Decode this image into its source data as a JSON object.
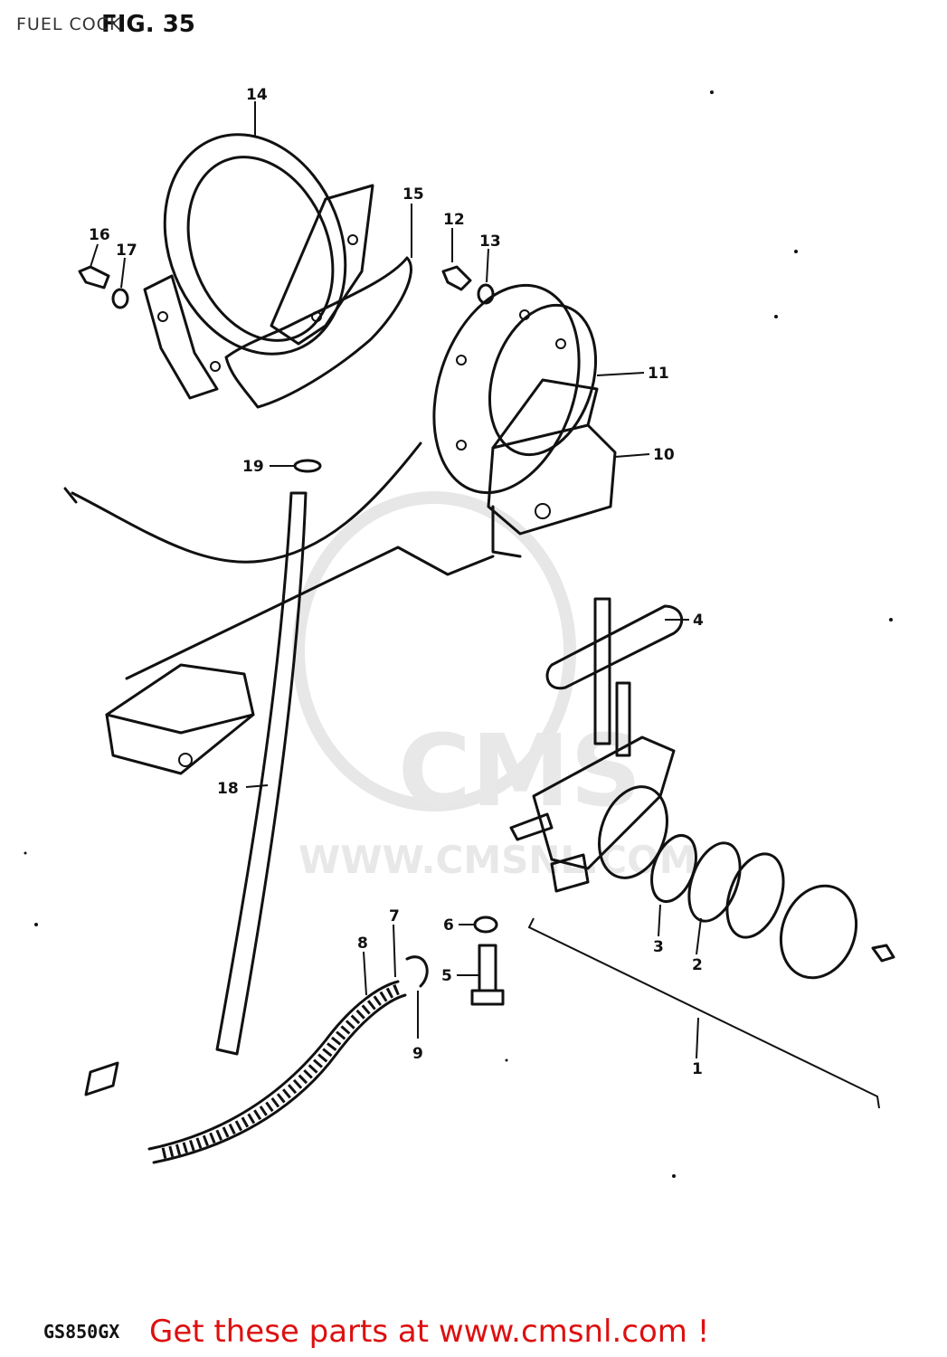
{
  "header": {
    "title": "FUEL COCK",
    "fig_label": "FIG. 35"
  },
  "model_code": "GS850GX",
  "promo": {
    "text": "Get these parts at www.cmsnl.com !",
    "color": "#dd1010"
  },
  "watermark": {
    "brand": "CMS",
    "url": "WWW.CMSNL.COM"
  },
  "callouts": [
    "1",
    "2",
    "3",
    "4",
    "5",
    "6",
    "7",
    "8",
    "9",
    "10",
    "11",
    "12",
    "13",
    "14",
    "15",
    "16",
    "17",
    "18",
    "19"
  ]
}
